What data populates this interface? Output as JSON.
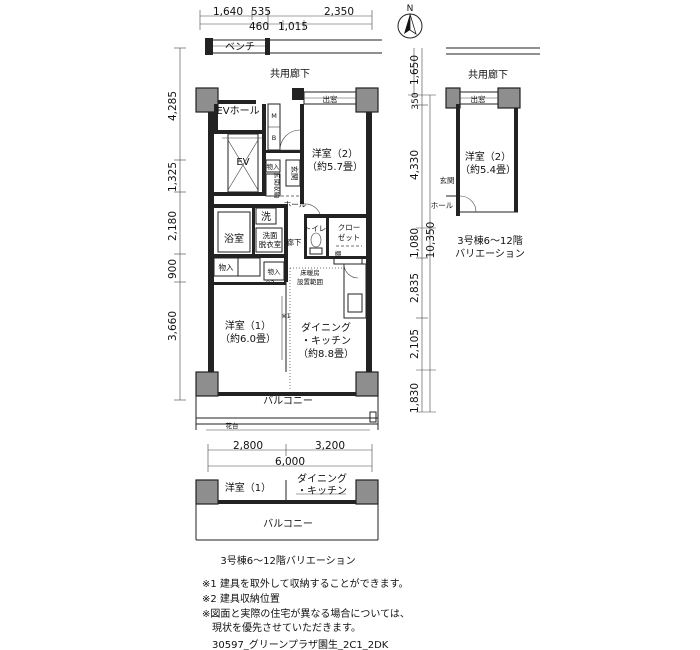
{
  "dimensions": {
    "top": [
      "1,640",
      "535",
      "2,350",
      "460",
      "1,015"
    ],
    "left": [
      "4,285",
      "1,325",
      "2,180",
      "900",
      "3,660"
    ],
    "right": [
      "1,650",
      "350",
      "4,330",
      "1,080",
      "10,350",
      "2,835",
      "2,105",
      "1,830"
    ],
    "bottom": [
      "2,800",
      "3,200",
      "6,000"
    ]
  },
  "labels": {
    "bench": "ベンチ",
    "corridor": "共用廊下",
    "ev_hall": "EVホール",
    "ev": "EV",
    "mb1": "M",
    "mb2": "B",
    "storage_small": "物入",
    "shoe_storage": "玄関収納",
    "entrance": "玄関",
    "hall": "ホール",
    "western2": "洋室（2）",
    "western2_size": "（約5.7畳）",
    "bay_window": "出窓",
    "laundry": "洗",
    "washroom": "洗面",
    "washroom2": "脱衣室",
    "bath": "浴室",
    "toilet": "トイレ",
    "closet": "クロー",
    "closet2": "ゼット",
    "hallway": "廊下",
    "shelf": "棚",
    "storage": "物入",
    "storage2": "物入",
    "floor_heating": "床暖房",
    "floor_heating2": "設置範囲",
    "note_mark1": "※1",
    "note_mark2": "※2",
    "western1": "洋室（1）",
    "western1_size": "（約6.0畳）",
    "dk": "ダイニング",
    "dk2": "・キッチン",
    "dk_size": "（約8.8畳）",
    "balcony": "バルコニー",
    "planter": "花台",
    "var_corridor": "共用廊下",
    "var_bay": "出窓",
    "var_western2": "洋室（2）",
    "var_western2_size": "（約5.4畳）",
    "var_entrance": "玄関",
    "var_hall": "ホール",
    "var_caption1": "3号棟6～12階",
    "var_caption2": "バリエーション",
    "bot_western1": "洋室（1）",
    "bot_dk": "ダイニング",
    "bot_dk2": "・キッチン",
    "bot_balcony": "バルコニー",
    "bot_caption": "3号棟6～12階バリエーション",
    "north": "N"
  },
  "notes": [
    "※1 建具を取外して収納することができます。",
    "※2 建具収納位置",
    "※図面と実際の住宅が異なる場合については、",
    "　現状を優先させていただきます。"
  ],
  "footer": "30597_グリーンプラザ園生_2C1_2DK"
}
